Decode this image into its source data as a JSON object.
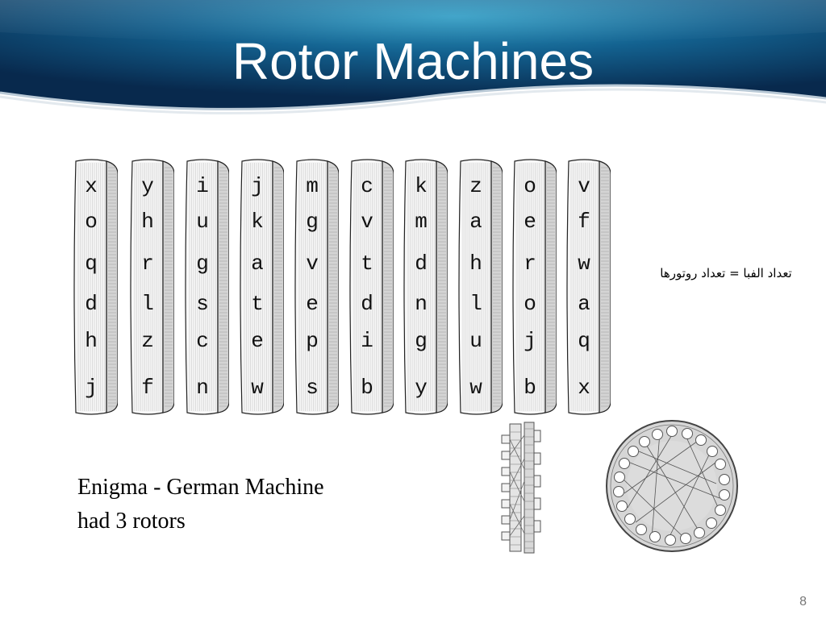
{
  "slide": {
    "title": "Rotor Machines",
    "page_number": "8"
  },
  "rotors": [
    [
      "x",
      "o",
      "q",
      "d",
      "h",
      "j"
    ],
    [
      "y",
      "h",
      "r",
      "l",
      "z",
      "f"
    ],
    [
      "i",
      "u",
      "g",
      "s",
      "c",
      "n"
    ],
    [
      "j",
      "k",
      "a",
      "t",
      "e",
      "w"
    ],
    [
      "m",
      "g",
      "v",
      "e",
      "p",
      "s"
    ],
    [
      "c",
      "v",
      "t",
      "d",
      "i",
      "b"
    ],
    [
      "k",
      "m",
      "d",
      "n",
      "g",
      "y"
    ],
    [
      "z",
      "a",
      "h",
      "l",
      "u",
      "w"
    ],
    [
      "o",
      "e",
      "r",
      "o",
      "j",
      "b"
    ],
    [
      "v",
      "f",
      "w",
      "a",
      "q",
      "x"
    ]
  ],
  "note": "تعداد الفبا = تعداد روتورها",
  "caption": {
    "line1": "Enigma - German Machine",
    "line2": "had 3 rotors"
  }
}
